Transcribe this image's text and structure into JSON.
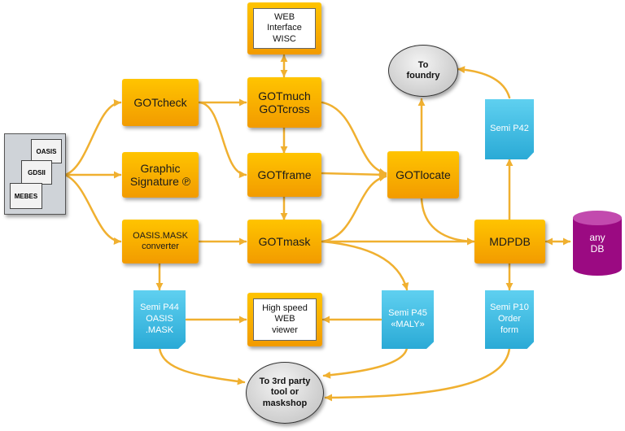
{
  "nodes": {
    "gotcheck": {
      "lines": [
        "GOTcheck"
      ]
    },
    "graphic_signature": {
      "lines": [
        "Graphic",
        "Signature ℗"
      ]
    },
    "oasis_mask_converter": {
      "lines": [
        "OASIS.MASK",
        "converter"
      ]
    },
    "gotmuch": {
      "lines": [
        "GOTmuch",
        "GOTcross"
      ]
    },
    "gotframe": {
      "lines": [
        "GOTframe"
      ]
    },
    "gotmask": {
      "lines": [
        "GOTmask"
      ]
    },
    "gotlocate": {
      "lines": [
        "GOTlocate"
      ]
    },
    "mdpdb": {
      "lines": [
        "MDPDB"
      ]
    },
    "web_interface": {
      "lines": [
        "WEB",
        "Interface",
        "WISC"
      ]
    },
    "high_speed_viewer": {
      "lines": [
        "High speed",
        "WEB",
        "viewer"
      ]
    },
    "to_foundry": {
      "lines": [
        "To",
        "foundry"
      ]
    },
    "to_third_party": {
      "lines": [
        "To 3rd party",
        "tool or",
        "maskshop"
      ]
    },
    "any_db": {
      "lines": [
        "any",
        "DB"
      ]
    },
    "semi_p42": {
      "lines": [
        "Semi P42"
      ]
    },
    "semi_p44": {
      "lines": [
        "Semi P44",
        "OASIS",
        ".MASK"
      ]
    },
    "semi_p45": {
      "lines": [
        "Semi P45",
        "«MALY»"
      ]
    },
    "semi_p10": {
      "lines": [
        "Semi P10",
        "Order",
        "form"
      ]
    },
    "input_files": [
      "OASIS",
      "GDSII",
      "MEBES"
    ]
  },
  "colors": {
    "process_box": "#f5a800",
    "connector": "#f0b030",
    "document": "#35b6e0",
    "database": "#9b0a82",
    "terminal": "#d0d0d0"
  }
}
